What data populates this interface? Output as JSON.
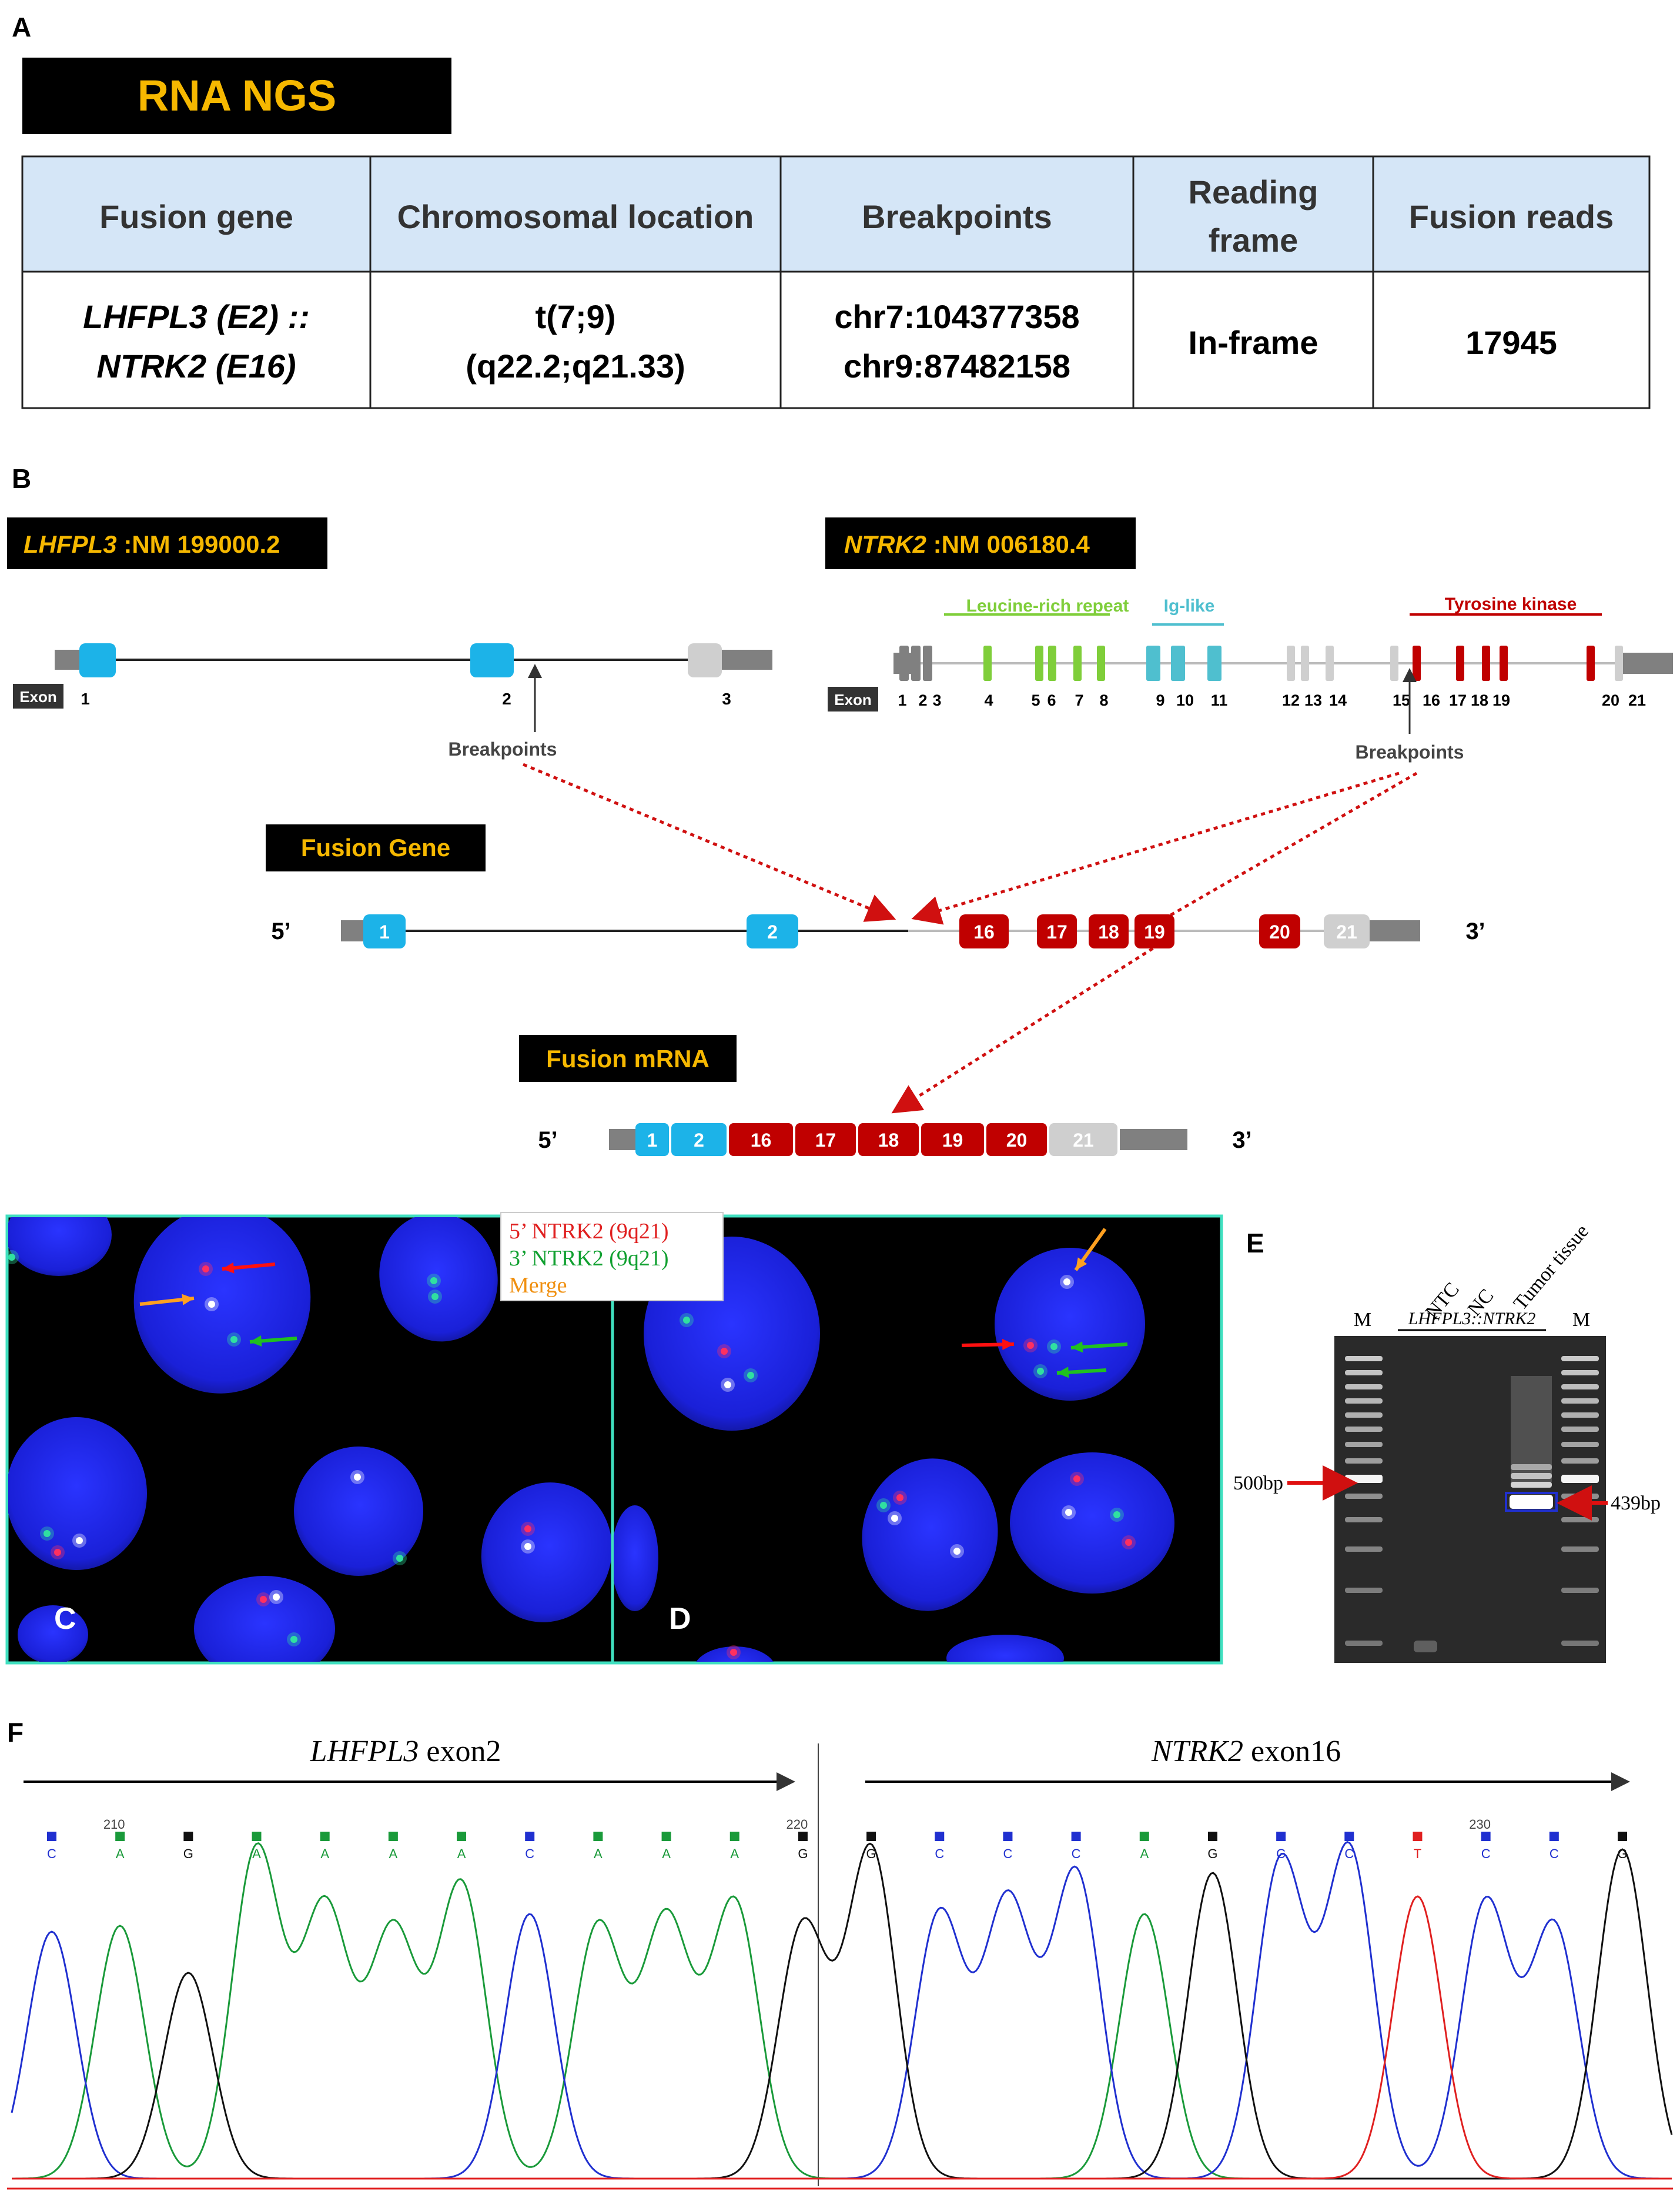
{
  "panel_letters": {
    "a": "A",
    "b": "B",
    "c": "C",
    "d": "D",
    "e": "E",
    "f": "F"
  },
  "ngs": {
    "title": "RNA NGS",
    "headers": {
      "fusion_gene": "Fusion gene",
      "chrom_loc": "Chromosomal location",
      "breakpoints": "Breakpoints",
      "reading_frame_1": "Reading",
      "reading_frame_2": "frame",
      "fusion_reads": "Fusion reads"
    },
    "row": {
      "gene_1": "LHFPL3 (E2) ::",
      "gene_2": "NTRK2 (E16)",
      "loc_1": "t(7;9)",
      "loc_2": "(q22.2;q21.33)",
      "bp_1": "chr7:104377358",
      "bp_2": "chr9:87482158",
      "frame": "In-frame",
      "reads": "17945"
    }
  },
  "structure": {
    "lhfpl3_gene": "LHFPL3",
    "lhfpl3_acc": " :NM 199000.2",
    "ntrk2_gene": "NTRK2",
    "ntrk2_acc": " :NM 006180.4",
    "exon_badge": "Exon",
    "lhfpl3_exons": [
      "1",
      "2",
      "3"
    ],
    "ntrk2_exons": [
      "1",
      "2",
      "3",
      "4",
      "5",
      "6",
      "7",
      "8",
      "9",
      "10",
      "11",
      "12",
      "13",
      "14",
      "15",
      "16",
      "17",
      "18",
      "19",
      "20",
      "21"
    ],
    "domains": {
      "lrr": "Leucine-rich repeat",
      "ig": "Ig-like",
      "tk": "Tyrosine kinase"
    },
    "breakpoints_label": "Breakpoints",
    "fusion_gene_title": "Fusion Gene",
    "fusion_mrna_title": "Fusion mRNA",
    "five_prime": "5’",
    "three_prime": "3’",
    "fusion_gene_exons": [
      "1",
      "2",
      "16",
      "17",
      "18",
      "19",
      "20",
      "21"
    ],
    "fusion_mrna_exons": [
      "1",
      "2",
      "16",
      "17",
      "18",
      "19",
      "20",
      "21"
    ],
    "colors": {
      "lhfpl3_exon": "#1cb3e8",
      "ntrk2_kinase": "#c00000",
      "lrr": "#7fce3a",
      "ig": "#4fbfcf",
      "grey_exon": "#cfcfcf",
      "utr": "#808080"
    }
  },
  "fish": {
    "legend_red": "5’ NTRK2 (9q21)",
    "legend_green": "3’ NTRK2 (9q21)",
    "legend_merge": "Merge",
    "colors": {
      "nucleus": "#1a22e0",
      "red": "#ff3060",
      "green": "#30e0a0",
      "merge": "#ffffff",
      "frame": "#40e0c0"
    }
  },
  "gel": {
    "lane_m": "M",
    "lane_ntc": "NTC",
    "lane_nc": "NC",
    "lane_tumor": "Tumor tissue",
    "underline_label": "LHFPL3::NTRK2",
    "marker_500": "500bp",
    "product_439": "439bp"
  },
  "seq": {
    "left_label_gene": "LHFPL3",
    "left_label_rest": " exon2",
    "right_label_gene": "NTRK2",
    "right_label_rest": " exon16",
    "positions": [
      "210",
      "220",
      "230"
    ],
    "bases": [
      "C",
      "A",
      "G",
      "A",
      "A",
      "A",
      "A",
      "C",
      "A",
      "A",
      "A",
      "G",
      "G",
      "C",
      "C",
      "C",
      "A",
      "G",
      "C",
      "C",
      "T",
      "C",
      "C",
      "G"
    ],
    "colors": {
      "A": "#1a9a3a",
      "C": "#2030d0",
      "G": "#111111",
      "T": "#e02020"
    }
  }
}
